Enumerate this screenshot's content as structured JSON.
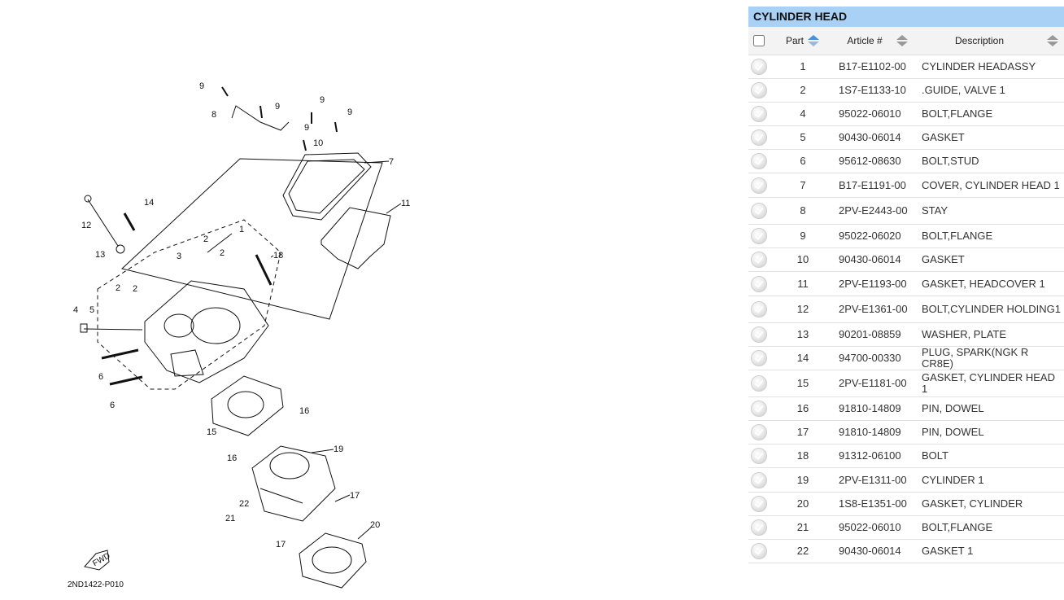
{
  "diagram": {
    "code": "2ND1422-P010",
    "direction_label": "FWD",
    "callouts": [
      "1",
      "2",
      "2",
      "2",
      "2",
      "3",
      "4",
      "5",
      "6",
      "6",
      "7",
      "8",
      "9",
      "9",
      "9",
      "9",
      "9",
      "10",
      "11",
      "12",
      "13",
      "14",
      "15",
      "16",
      "16",
      "17",
      "17",
      "18",
      "19",
      "20",
      "21",
      "22"
    ]
  },
  "panel": {
    "title": "CYLINDER HEAD",
    "columns": {
      "part": "Part",
      "article": "Article #",
      "description": "Description"
    },
    "rows": [
      {
        "part": "1",
        "article": "B17-E1102-00",
        "description": "CYLINDER HEADASSY"
      },
      {
        "part": "2",
        "article": "1S7-E1133-10",
        "description": ".GUIDE, VALVE 1"
      },
      {
        "part": "4",
        "article": "95022-06010",
        "description": "BOLT,FLANGE"
      },
      {
        "part": "5",
        "article": "90430-06014",
        "description": "GASKET"
      },
      {
        "part": "6",
        "article": "95612-08630",
        "description": "BOLT,STUD"
      },
      {
        "part": "7",
        "article": "B17-E1191-00",
        "description": "COVER, CYLINDER HEAD 1"
      },
      {
        "part": "8",
        "article": "2PV-E2443-00",
        "description": "STAY"
      },
      {
        "part": "9",
        "article": "95022-06020",
        "description": "BOLT,FLANGE"
      },
      {
        "part": "10",
        "article": "90430-06014",
        "description": "GASKET"
      },
      {
        "part": "11",
        "article": "2PV-E1193-00",
        "description": "GASKET, HEADCOVER 1"
      },
      {
        "part": "12",
        "article": "2PV-E1361-00",
        "description": "BOLT,CYLINDER HOLDING1"
      },
      {
        "part": "13",
        "article": "90201-08859",
        "description": "WASHER, PLATE"
      },
      {
        "part": "14",
        "article": "94700-00330",
        "description": "PLUG, SPARK(NGK R CR8E)"
      },
      {
        "part": "15",
        "article": "2PV-E1181-00",
        "description": "GASKET, CYLINDER HEAD 1"
      },
      {
        "part": "16",
        "article": "91810-14809",
        "description": "PIN, DOWEL"
      },
      {
        "part": "17",
        "article": "91810-14809",
        "description": "PIN, DOWEL"
      },
      {
        "part": "18",
        "article": "91312-06100",
        "description": "BOLT"
      },
      {
        "part": "19",
        "article": "2PV-E1311-00",
        "description": "CYLINDER 1"
      },
      {
        "part": "20",
        "article": "1S8-E1351-00",
        "description": "GASKET, CYLINDER"
      },
      {
        "part": "21",
        "article": "95022-06010",
        "description": "BOLT,FLANGE"
      },
      {
        "part": "22",
        "article": "90430-06014",
        "description": "GASKET 1"
      }
    ]
  },
  "colors": {
    "title_bar": "#a9d0f5",
    "sort_active": "#4a90d9",
    "sort_inactive": "#999999"
  },
  "icons": {
    "row_status": "check-circle-icon",
    "sort": "sort-icon"
  }
}
